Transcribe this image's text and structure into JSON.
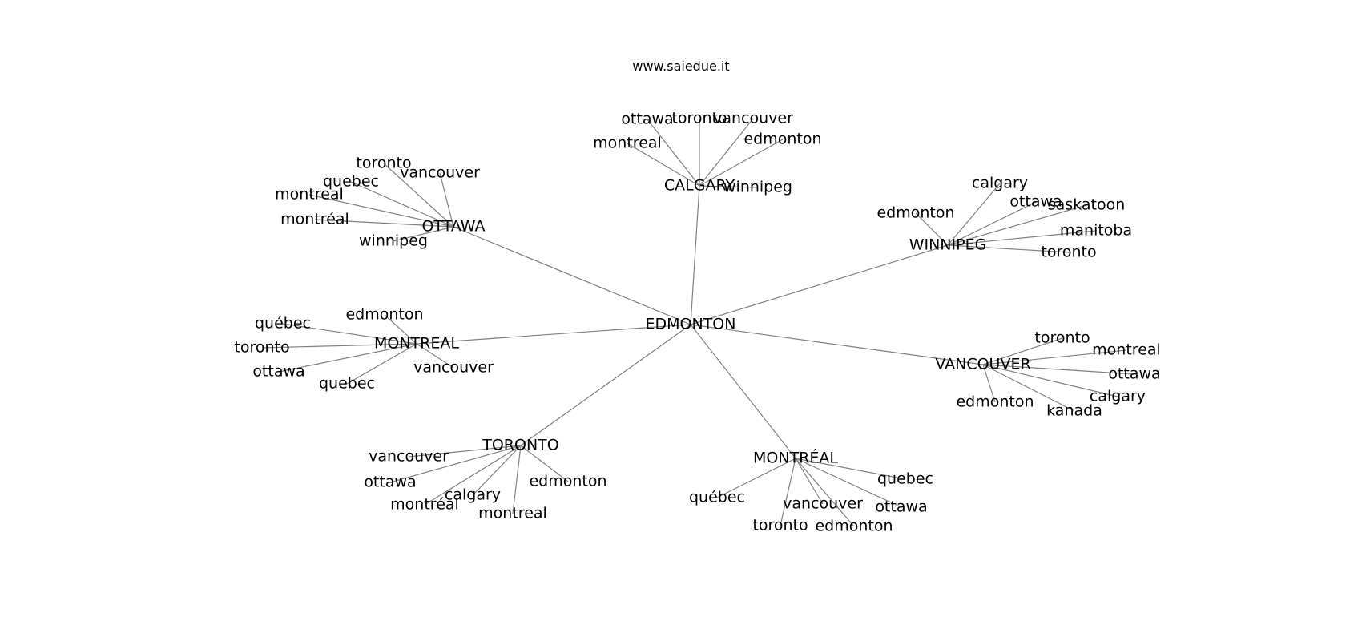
{
  "source_text": "www.saiedue.it",
  "graph": {
    "center": "EDMONTON",
    "clusters": [
      {
        "hub": "CALGARY",
        "leaves": [
          "ottawa",
          "toronto",
          "vancouver",
          "montreal",
          "edmonton",
          "winnipeg"
        ]
      },
      {
        "hub": "OTTAWA",
        "leaves": [
          "toronto",
          "vancouver",
          "quebec",
          "montreal",
          "montréal",
          "winnipeg"
        ]
      },
      {
        "hub": "WINNIPEG",
        "leaves": [
          "calgary",
          "edmonton",
          "ottawa",
          "saskatoon",
          "manitoba",
          "toronto"
        ]
      },
      {
        "hub": "MONTREAL",
        "leaves": [
          "edmonton",
          "québec",
          "toronto",
          "ottawa",
          "quebec",
          "vancouver"
        ]
      },
      {
        "hub": "VANCOUVER",
        "leaves": [
          "toronto",
          "montreal",
          "ottawa",
          "calgary",
          "kanada",
          "edmonton"
        ]
      },
      {
        "hub": "TORONTO",
        "leaves": [
          "vancouver",
          "ottawa",
          "montréal",
          "calgary",
          "montreal",
          "edmonton"
        ]
      },
      {
        "hub": "MONTRÉAL",
        "leaves": [
          "quebec",
          "québec",
          "vancouver",
          "ottawa",
          "toronto",
          "edmonton"
        ]
      }
    ]
  }
}
